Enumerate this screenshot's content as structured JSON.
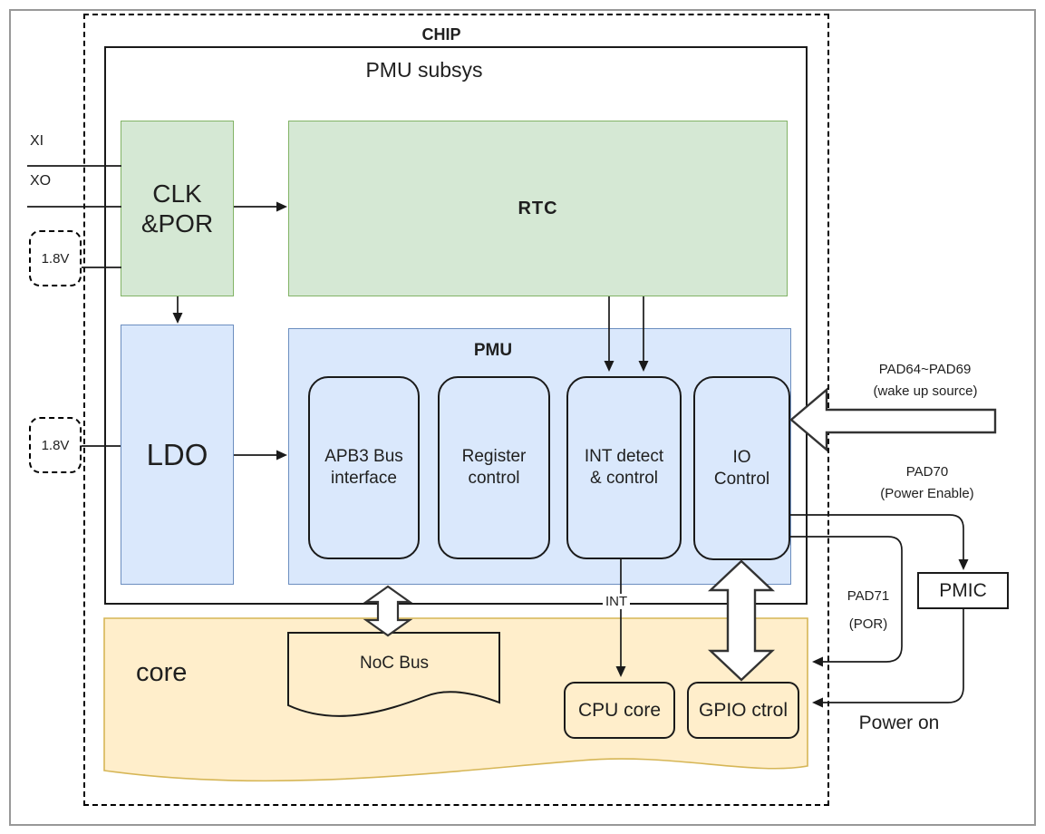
{
  "chip": {
    "label": "CHIP"
  },
  "pmu_subsys": {
    "label": "PMU subsys"
  },
  "blocks": {
    "clk_por": {
      "line1": "CLK",
      "line2": "&POR"
    },
    "rtc": {
      "label": "RTC"
    },
    "ldo": {
      "label": "LDO"
    },
    "pmu": {
      "label": "PMU"
    },
    "apb3": {
      "line1": "APB3 Bus",
      "line2": "interface"
    },
    "register": {
      "line1": "Register",
      "line2": "control"
    },
    "int_detect": {
      "line1": "INT detect",
      "line2": "& control"
    },
    "io_control": {
      "line1": "IO",
      "line2": "Control"
    },
    "core": {
      "label": "core"
    },
    "noc_bus": {
      "label": "NoC Bus"
    },
    "cpu_core": {
      "label": "CPU core"
    },
    "gpio_ctrl": {
      "label": "GPIO ctrol"
    },
    "pmic": {
      "label": "PMIC"
    }
  },
  "pins": {
    "xi": "XI",
    "xo": "XO",
    "v18_upper": "1.8V",
    "v18_lower": "1.8V"
  },
  "annotations": {
    "pad64_69": "PAD64~PAD69",
    "wake_up_source": "(wake up source)",
    "pad70": "PAD70",
    "power_enable": "(Power Enable)",
    "pad71": "PAD71",
    "por": "(POR)",
    "power_on": "Power on",
    "int_signal": "INT"
  },
  "colors": {
    "green_fill": "#d5e8d4",
    "green_border": "#82b366",
    "blue_fill": "#dae8fc",
    "blue_border": "#6c8ebf",
    "yellow_fill": "#ffeecb",
    "yellow_border": "#d6b656",
    "line": "#1a1a1a"
  }
}
